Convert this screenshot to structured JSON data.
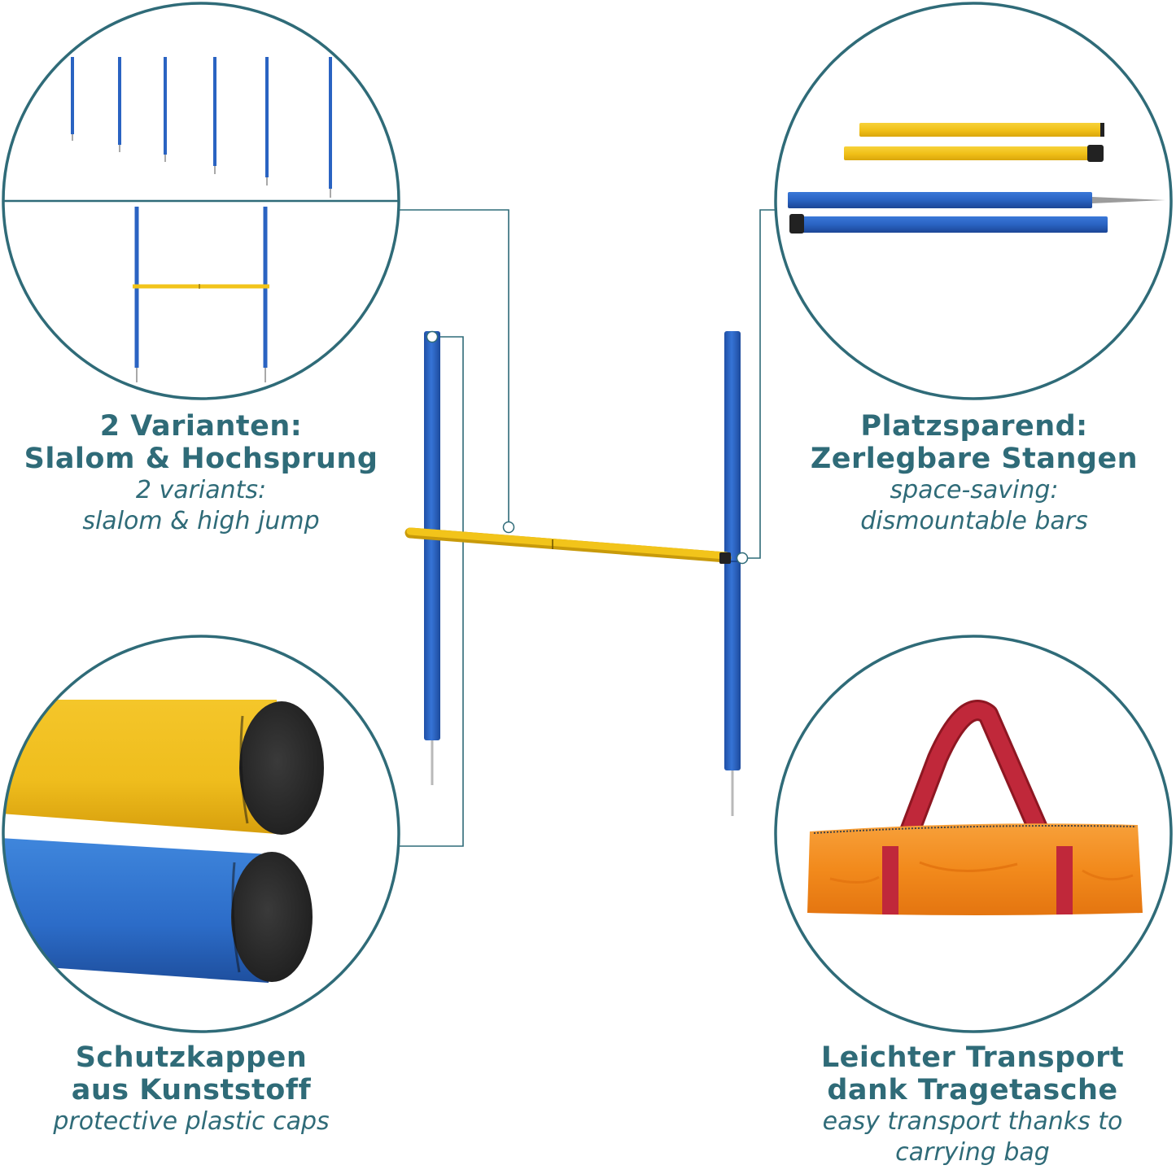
{
  "colors": {
    "accent": "#2f6b78",
    "pole_blue": "#2a63c2",
    "bar_yellow": "#f2c41a",
    "cap_dark": "#2b2b2b",
    "bag_orange": "#f28a1c",
    "strap_red": "#b8212f"
  },
  "features": [
    {
      "title_line1": "2 Varianten:",
      "title_line2": "Slalom & Hochsprung",
      "subtitle_line1": "2 variants:",
      "subtitle_line2": "slalom & high jump"
    },
    {
      "title_line1": "Platzsparend:",
      "title_line2": "Zerlegbare Stangen",
      "subtitle_line1": "space-saving:",
      "subtitle_line2": "dismountable bars"
    },
    {
      "title_line1": "Schutzkappen",
      "title_line2": "aus Kunststoff",
      "subtitle_line1": "protective plastic caps",
      "subtitle_line2": ""
    },
    {
      "title_line1": "Leichter Transport",
      "title_line2": "dank Tragetasche",
      "subtitle_line1": "easy transport thanks to",
      "subtitle_line2": "carrying bag"
    }
  ]
}
